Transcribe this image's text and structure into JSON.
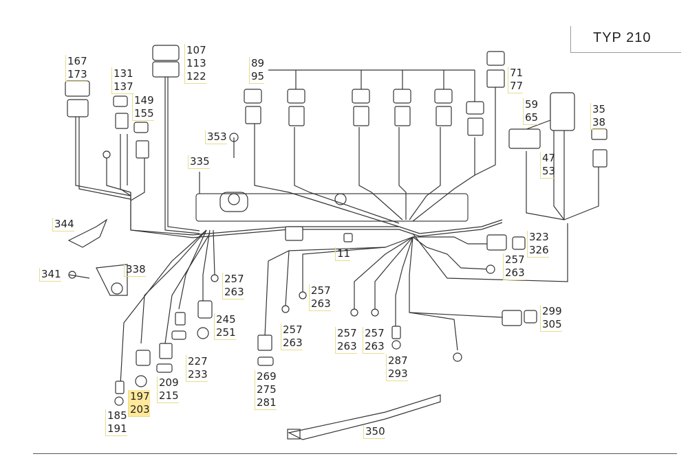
{
  "header": {
    "type_label": "TYP 210"
  },
  "callouts": [
    {
      "id": "c-167",
      "lines": [
        "167",
        "173"
      ]
    },
    {
      "id": "c-131",
      "lines": [
        "131",
        "137"
      ]
    },
    {
      "id": "c-149",
      "lines": [
        "149",
        "155"
      ]
    },
    {
      "id": "c-107",
      "lines": [
        "107",
        "113",
        "122"
      ]
    },
    {
      "id": "c-89",
      "lines": [
        "89",
        "95"
      ]
    },
    {
      "id": "c-71",
      "lines": [
        "71",
        "77"
      ]
    },
    {
      "id": "c-59",
      "lines": [
        "59",
        "65"
      ]
    },
    {
      "id": "c-35",
      "lines": [
        "35",
        "38"
      ]
    },
    {
      "id": "c-353",
      "lines": [
        "353"
      ]
    },
    {
      "id": "c-335",
      "lines": [
        "335"
      ]
    },
    {
      "id": "c-47",
      "lines": [
        "47",
        "53"
      ]
    },
    {
      "id": "c-344",
      "lines": [
        "344"
      ]
    },
    {
      "id": "c-323",
      "lines": [
        "323",
        "326"
      ]
    },
    {
      "id": "c-341",
      "lines": [
        "341"
      ]
    },
    {
      "id": "c-338",
      "lines": [
        "338"
      ]
    },
    {
      "id": "c-11",
      "lines": [
        "11"
      ]
    },
    {
      "id": "c-257a",
      "lines": [
        "257",
        "263"
      ]
    },
    {
      "id": "c-257b",
      "lines": [
        "257",
        "263"
      ]
    },
    {
      "id": "c-257c",
      "lines": [
        "257",
        "263"
      ]
    },
    {
      "id": "c-257d",
      "lines": [
        "257",
        "263"
      ]
    },
    {
      "id": "c-257e",
      "lines": [
        "257",
        "263"
      ]
    },
    {
      "id": "c-257f",
      "lines": [
        "257",
        "263"
      ]
    },
    {
      "id": "c-245",
      "lines": [
        "245",
        "251"
      ]
    },
    {
      "id": "c-299",
      "lines": [
        "299",
        "305"
      ]
    },
    {
      "id": "c-227",
      "lines": [
        "227",
        "233"
      ]
    },
    {
      "id": "c-287",
      "lines": [
        "287",
        "293"
      ]
    },
    {
      "id": "c-209",
      "lines": [
        "209",
        "215"
      ]
    },
    {
      "id": "c-269",
      "lines": [
        "269",
        "275",
        "281"
      ]
    },
    {
      "id": "c-197",
      "lines": [
        "197",
        "203"
      ]
    },
    {
      "id": "c-185",
      "lines": [
        "185",
        "191"
      ]
    },
    {
      "id": "c-350",
      "lines": [
        "350"
      ]
    }
  ]
}
